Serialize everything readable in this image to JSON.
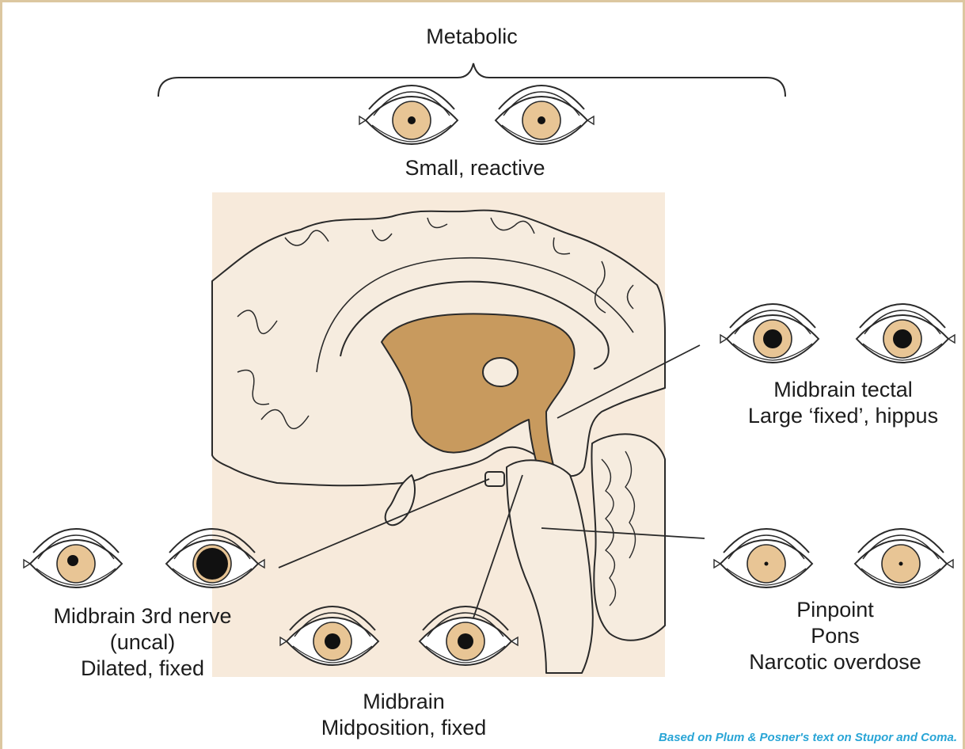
{
  "labels": {
    "metabolic": "Metabolic",
    "small_reactive": "Small, reactive",
    "tectal_line1": "Midbrain tectal",
    "tectal_line2": "Large ‘fixed’, hippus",
    "third_nerve_line1": "Midbrain 3rd nerve",
    "third_nerve_line2": "(uncal)",
    "third_nerve_line3": "Dilated, fixed",
    "midbrain_line1": "Midbrain",
    "midbrain_line2": "Midposition, fixed",
    "pons_line1": "Pinpoint",
    "pons_line2": "Pons",
    "pons_line3": "Narcotic overdose"
  },
  "credit": "Based on Plum & Posner's text on Stupor and Coma.",
  "pupils": {
    "metabolic": "small",
    "midbrain_tectal": "large",
    "midbrain_3rd_nerve": [
      "small",
      "dilated"
    ],
    "midbrain": "midposition",
    "pons": "pinpoint"
  },
  "colors": {
    "iris": "#e8c595",
    "brain_tissue": "#f6ecdf",
    "ventricle": "#c89a5e",
    "panel": "#f7eadb",
    "credit": "#29a5d6",
    "frame": "#dcc7a0"
  }
}
